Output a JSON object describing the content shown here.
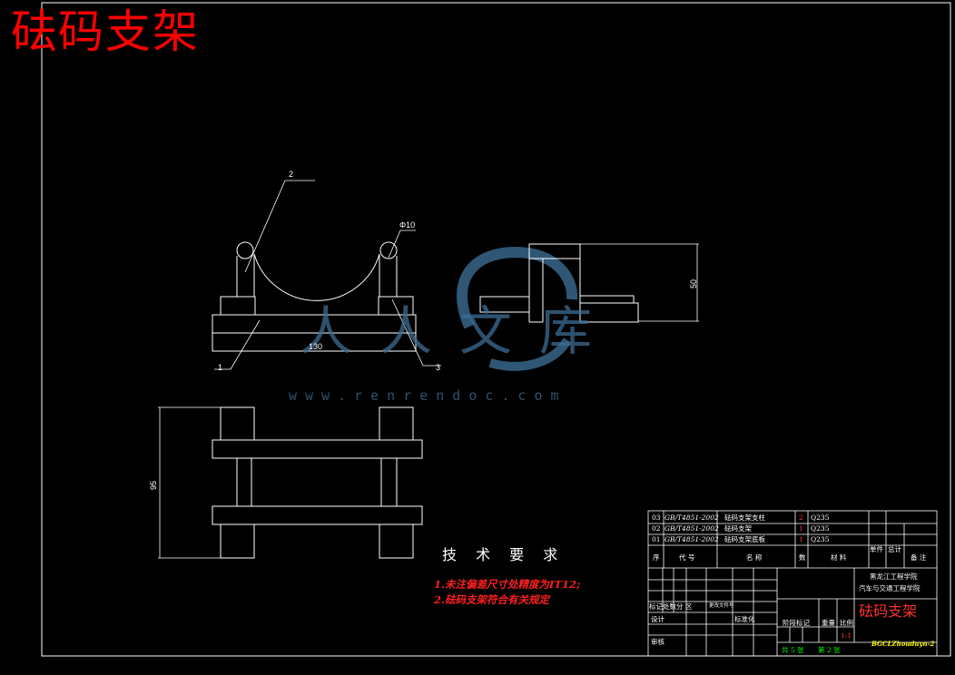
{
  "title": "砝码支架",
  "tech_requirements": {
    "heading": "技 术 要 求",
    "notes": [
      "1.未注偏差尺寸处精度为IT12;",
      "2.砝码支架符合有关规定"
    ]
  },
  "balloons": [
    "1",
    "2",
    "3"
  ],
  "dimensions": {
    "width_front": "130",
    "hole": "Φ10",
    "height_side": "50",
    "depth_top": "95"
  },
  "watermark": {
    "text": "人人文库",
    "url": "www.renrendoc.com"
  },
  "title_block": {
    "parts": [
      {
        "no": "03",
        "code": "GB/T4851-2002",
        "name": "砝码支架支柱",
        "qty": "2",
        "material": "Q235"
      },
      {
        "no": "02",
        "code": "GB/T4851-2002",
        "name": "砝码支架",
        "qty": "1",
        "material": "Q235"
      },
      {
        "no": "01",
        "code": "GB/T4851-2002",
        "name": "砝码支架底板",
        "qty": "1",
        "material": "Q235"
      }
    ],
    "header": {
      "no": "序",
      "code": "代 号",
      "name": "名 称",
      "qty": "数",
      "material": "材 料",
      "single": "单件",
      "total": "总计",
      "remark": "备 注"
    },
    "school": "黑龙江工程学院",
    "department": "汽车与交通工程学院",
    "drawing_name": "砝码支架",
    "drawing_no": "BGCLZhouduyn-2",
    "labels": {
      "mark": "标记",
      "count": "处数",
      "zone": "分 区",
      "change_doc": "更改文件号",
      "design": "设计",
      "standardize": "标准化",
      "review": "审核",
      "stage_mark": "阶段标记",
      "weight": "重量",
      "scale": "比例",
      "scale_value": "1:1",
      "sheets": "共 5 张",
      "sheet": "第 2 张"
    }
  }
}
